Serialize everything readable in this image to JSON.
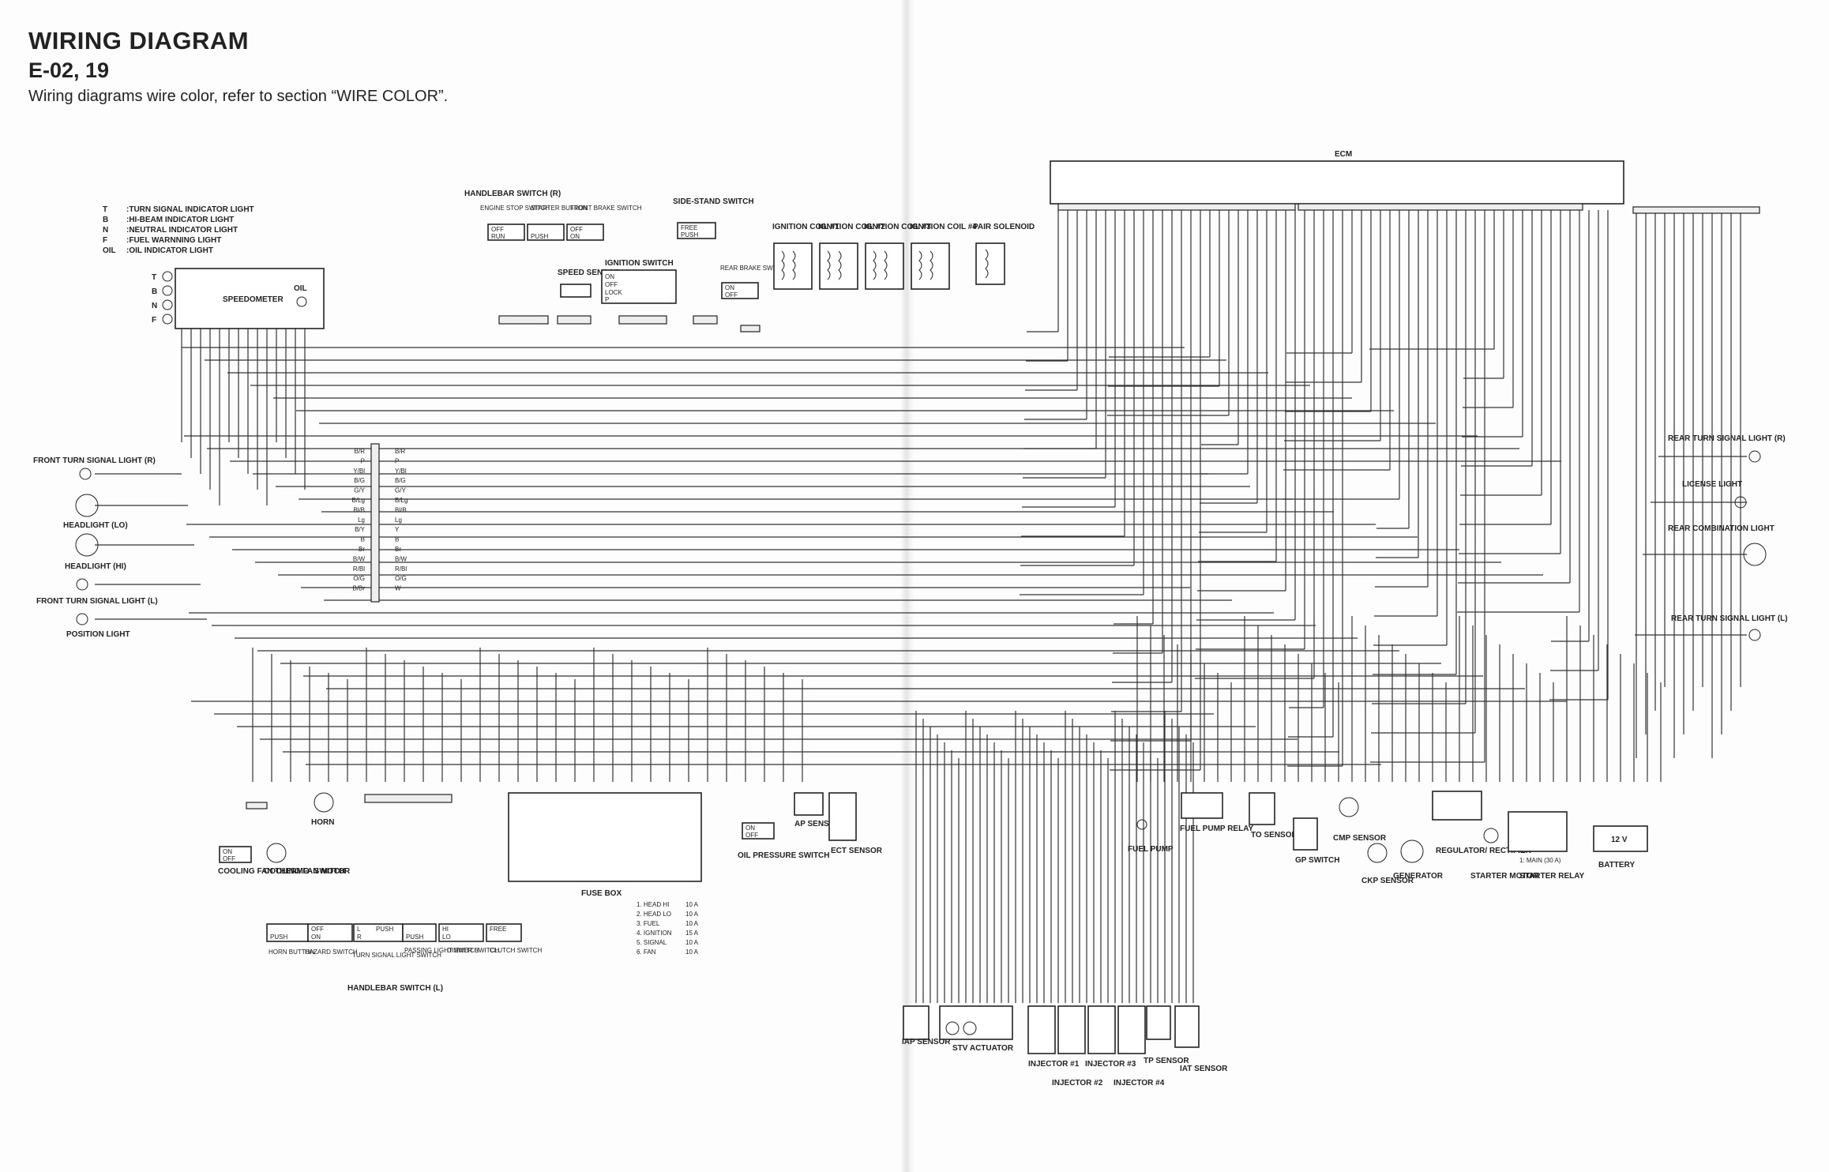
{
  "header": {
    "title": "WIRING DIAGRAM",
    "subtitle": "E-02, 19",
    "note": "Wiring diagrams wire color, refer to section “WIRE COLOR”."
  },
  "legend": [
    {
      "key": "T",
      "text": ":TURN SIGNAL INDICATOR LIGHT"
    },
    {
      "key": "B",
      "text": ":HI-BEAM INDICATOR LIGHT"
    },
    {
      "key": "N",
      "text": ":NEUTRAL INDICATOR LIGHT"
    },
    {
      "key": "F",
      "text": ":FUEL WARNNING LIGHT"
    },
    {
      "key": "OIL",
      "text": ":OIL INDICATOR LIGHT"
    }
  ],
  "components": {
    "ecm": "ECM",
    "speedometer": "SPEEDOMETER",
    "oil": "OIL",
    "handlebar_switch_r": "HANDLEBAR SWITCH (R)",
    "handlebar_switch_l": "HANDLEBAR SWITCH (L)",
    "engine_stop_switch": "ENGINE STOP SWITCH",
    "starter_button": "STARTER BUTTON",
    "front_brake_switch": "FRONT BRAKE SWITCH",
    "side_stand_switch": "SIDE-STAND SWITCH",
    "ignition_switch": "IGNITION SWITCH",
    "speed_sensor": "SPEED SENSOR",
    "rear_brake_switch": "REAR BRAKE SWITCH",
    "ignition_coil_1": "IGNITION COIL #1",
    "ignition_coil_2": "IGNITION COIL #2",
    "ignition_coil_3": "IGNITION COIL #3",
    "ignition_coil_4": "IGNITION COIL #4",
    "pair_solenoid": "PAIR SOLENOID",
    "front_turn_r": "FRONT TURN SIGNAL LIGHT (R)",
    "headlight_lo": "HEADLIGHT (LO)",
    "headlight_hi": "HEADLIGHT (HI)",
    "front_turn_l": "FRONT TURN SIGNAL LIGHT (L)",
    "position_light": "POSITION LIGHT",
    "rear_turn_r": "REAR TURN SIGNAL LIGHT (R)",
    "license_light": "LICENSE LIGHT",
    "rear_combination": "REAR COMBINATION LIGHT",
    "rear_turn_l": "REAR TURN SIGNAL LIGHT (L)",
    "cooling_fan_thermo": "COOLING FAN THERMO- SWITCH",
    "cooling_fan_motor": "COOLING FAN MOTOR",
    "horn": "HORN",
    "fuse_box": "FUSE BOX",
    "oil_pressure_switch": "OIL PRESSURE SWITCH",
    "ap_sensor": "AP SENSOR",
    "ect_sensor": "ECT SENSOR",
    "fuel_pump": "FUEL PUMP",
    "fuel_pump_relay": "FUEL PUMP RELAY",
    "to_sensor": "TO SENSOR",
    "gp_switch": "GP SWITCH",
    "cmp_sensor": "CMP SENSOR",
    "ckp_sensor": "CKP SENSOR",
    "generator": "GENERATOR",
    "regulator_rectifier": "REGULATOR/ RECTIFIER",
    "starter_motor": "STARTER MOTOR",
    "starter_relay": "STARTER RELAY",
    "main_fuse": "1: MAIN (30 A)",
    "battery": "BATTERY",
    "battery_voltage": "12 V",
    "iap_sensor": "IAP SENSOR",
    "stv_actuator": "STV ACTUATOR",
    "injector_1": "INJECTOR #1",
    "injector_2": "INJECTOR #2",
    "injector_3": "INJECTOR #3",
    "injector_4": "INJECTOR #4",
    "tp_sensor": "TP SENSOR",
    "iat_sensor": "IAT SENSOR",
    "horn_button": "HORN BUTTON",
    "hazard_switch": "HAZARD SWITCH",
    "turn_signal_light_switch": "TURN SIGNAL LIGHT SWITCH",
    "passing_light_switch": "PASSING LIGHT SWITCH",
    "dimmer_switch": "DIMMER SWITCH",
    "clutch_switch": "CLUTCH SWITCH"
  },
  "fuses": [
    {
      "name": "1. HEAD HI",
      "rating": "10 A"
    },
    {
      "name": "2. HEAD LO",
      "rating": "10 A"
    },
    {
      "name": "3. FUEL",
      "rating": "10 A"
    },
    {
      "name": "4. IGNITION",
      "rating": "15 A"
    },
    {
      "name": "5. SIGNAL",
      "rating": "10 A"
    },
    {
      "name": "6. FAN",
      "rating": "10 A"
    }
  ],
  "harness_left_labels": [
    "B/R",
    "P",
    "Y/Bl",
    "B/G",
    "G/Y",
    "B/Lg",
    "Bl/B",
    "Lg",
    "B/Y",
    "B",
    "Br",
    "B/W",
    "R/Bl",
    "O/G",
    "B/Br"
  ],
  "harness_right_labels": [
    "B/R",
    "P",
    "Y/Bl",
    "B/G",
    "G/Y",
    "B/Lg",
    "Bl/B",
    "Lg",
    "Y",
    "B",
    "Br",
    "B/W",
    "R/Bl",
    "O/G",
    "W"
  ],
  "indicator_keys": [
    "T",
    "B",
    "N",
    "F"
  ],
  "switch_labels": {
    "off": "OFF",
    "run": "RUN",
    "on": "ON",
    "push": "PUSH",
    "free": "FREE",
    "lock": "LOCK",
    "p": "P",
    "hi": "HI",
    "lo": "LO",
    "l": "L",
    "r": "R"
  }
}
